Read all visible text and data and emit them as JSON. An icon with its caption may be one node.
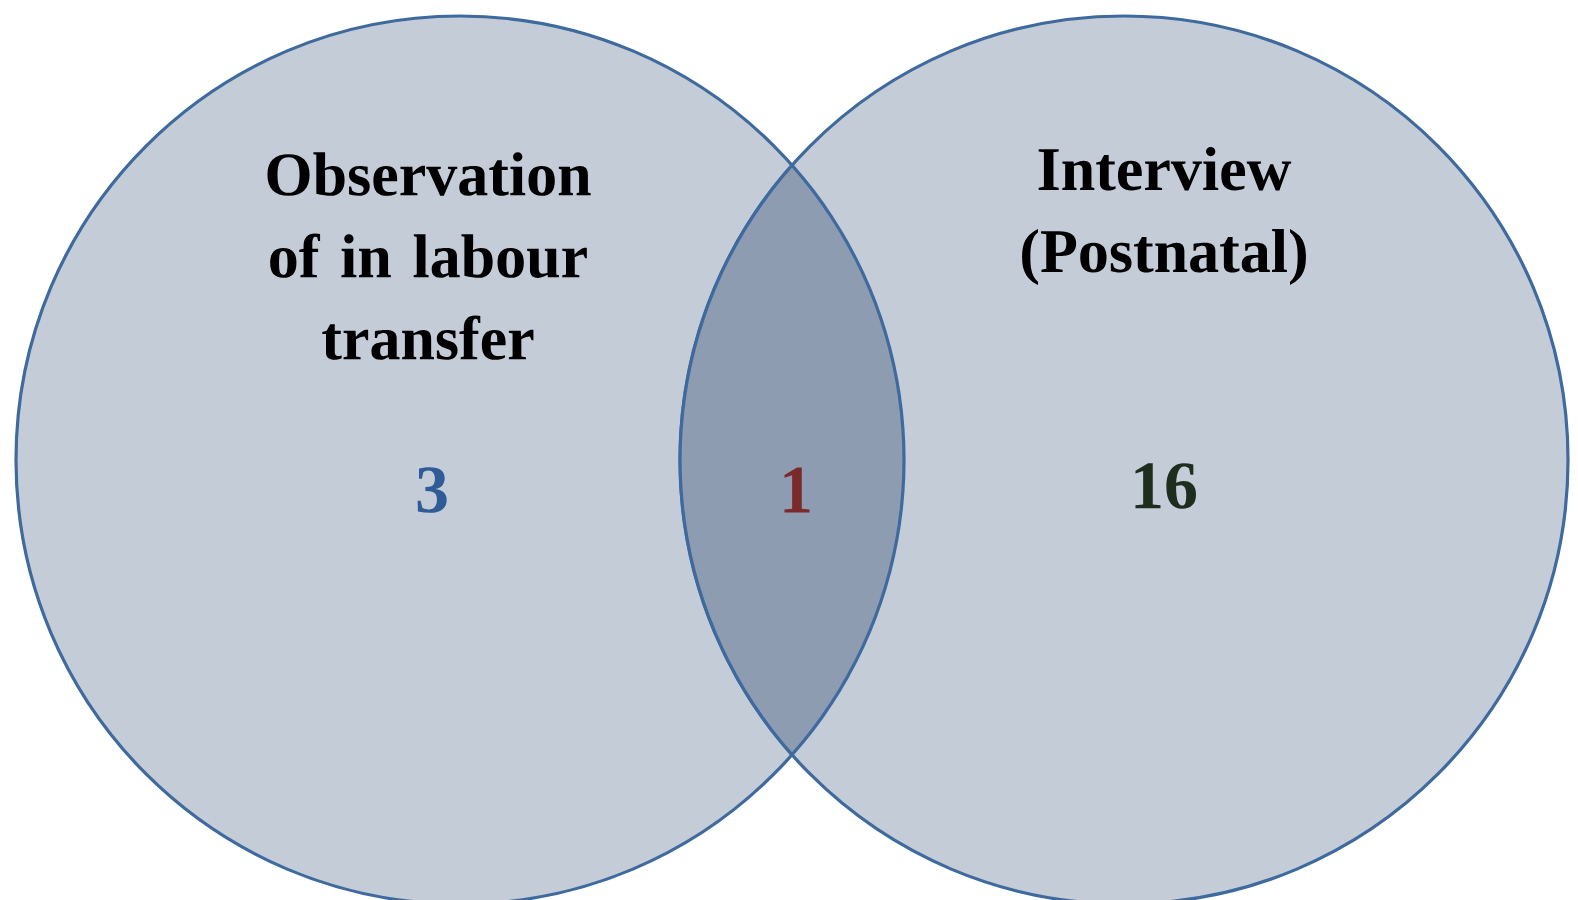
{
  "diagram": {
    "nodes": [
      {
        "text": [
          "Observation of in labour transfer",
          "3"
        ]
      },
      {
        "text": [
          "Interview (Postnatal)",
          "16"
        ]
      },
      {
        "text": [
          "1"
        ]
      }
    ]
  }
}
